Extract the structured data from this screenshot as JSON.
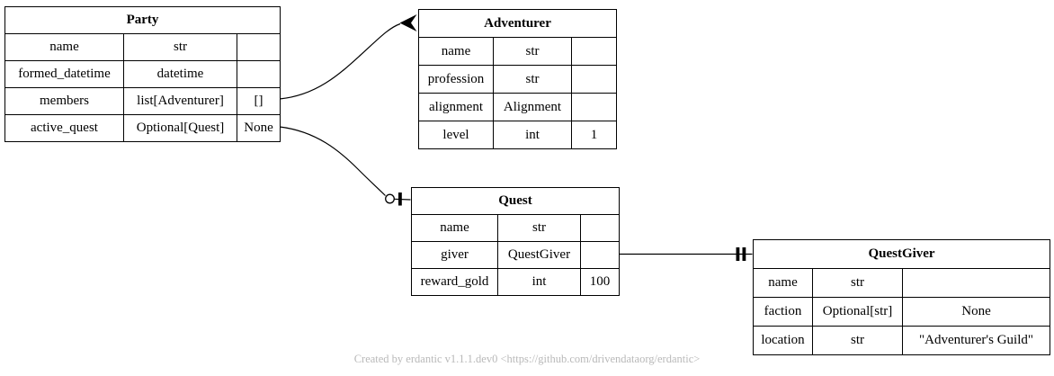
{
  "diagram": {
    "entities": [
      {
        "id": "party",
        "title": "Party",
        "fields": [
          [
            "name",
            "str",
            ""
          ],
          [
            "formed_datetime",
            "datetime",
            ""
          ],
          [
            "members",
            "list[Adventurer]",
            "[]"
          ],
          [
            "active_quest",
            "Optional[Quest]",
            "None"
          ]
        ]
      },
      {
        "id": "adventurer",
        "title": "Adventurer",
        "fields": [
          [
            "name",
            "str",
            ""
          ],
          [
            "profession",
            "str",
            ""
          ],
          [
            "alignment",
            "Alignment",
            ""
          ],
          [
            "level",
            "int",
            "1"
          ]
        ]
      },
      {
        "id": "quest",
        "title": "Quest",
        "fields": [
          [
            "name",
            "str",
            ""
          ],
          [
            "giver",
            "QuestGiver",
            ""
          ],
          [
            "reward_gold",
            "int",
            "100"
          ]
        ]
      },
      {
        "id": "questgiver",
        "title": "QuestGiver",
        "fields": [
          [
            "name",
            "str",
            ""
          ],
          [
            "faction",
            "Optional[str]",
            "None"
          ],
          [
            "location",
            "str",
            "\"Adventurer's Guild\""
          ]
        ]
      }
    ],
    "edges": [
      {
        "from": "Party.members",
        "to": "Adventurer",
        "target_marker": "crow-foot-many"
      },
      {
        "from": "Party.active_quest",
        "to": "Quest",
        "target_marker": "circle-tick-zero-or-one"
      },
      {
        "from": "Quest.giver",
        "to": "QuestGiver",
        "target_marker": "double-tick-exactly-one"
      }
    ],
    "footer": "Created by erdantic v1.1.1.dev0 <https://github.com/drivendataorg/erdantic>",
    "colors": {
      "border": "#000000",
      "background": "#ffffff",
      "footer_text": "#b9b9b9"
    }
  }
}
